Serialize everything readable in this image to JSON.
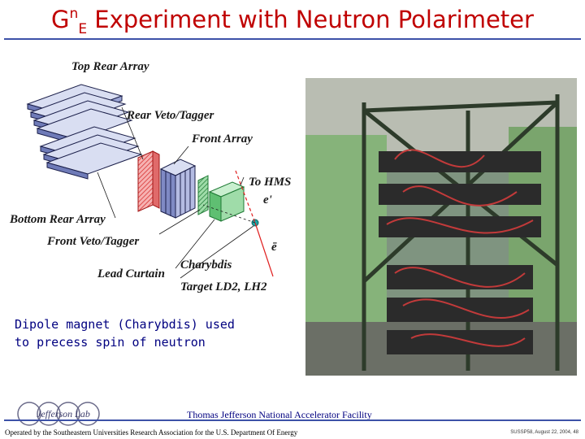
{
  "slide": {
    "title_G": "G",
    "title_sup": "n",
    "title_sub": "E",
    "title_rest": " Experiment with Neutron Polarimeter"
  },
  "diagram": {
    "labels": {
      "top_rear_array": "Top Rear Array",
      "rear_veto_tagger": "Rear Veto/Tagger",
      "front_array": "Front Array",
      "to_hms": "To HMS",
      "e_prime": "e'",
      "bottom_rear_array": "Bottom Rear Array",
      "front_veto_tagger": "Front Veto/Tagger",
      "e_beam": "ē",
      "charybdis": "Charybdis",
      "lead_curtain": "Lead Curtain",
      "target": "Target LD2, LH2"
    }
  },
  "caption": {
    "line1": "Dipole magnet (Charybdis) used",
    "line2": "to precess spin of neutron"
  },
  "footer": {
    "lab_name": "Thomas Jefferson National Accelerator Facility",
    "operated_by": "Operated by the Southeastern Universities Research Association for the U.S. Department Of Energy",
    "conference": "SUSSP58, August 22, 2004, 48",
    "logo_text": "Jefferson Lab"
  },
  "colors": {
    "title": "#c00000",
    "caption": "#000080",
    "rule": "#3d52a8"
  }
}
